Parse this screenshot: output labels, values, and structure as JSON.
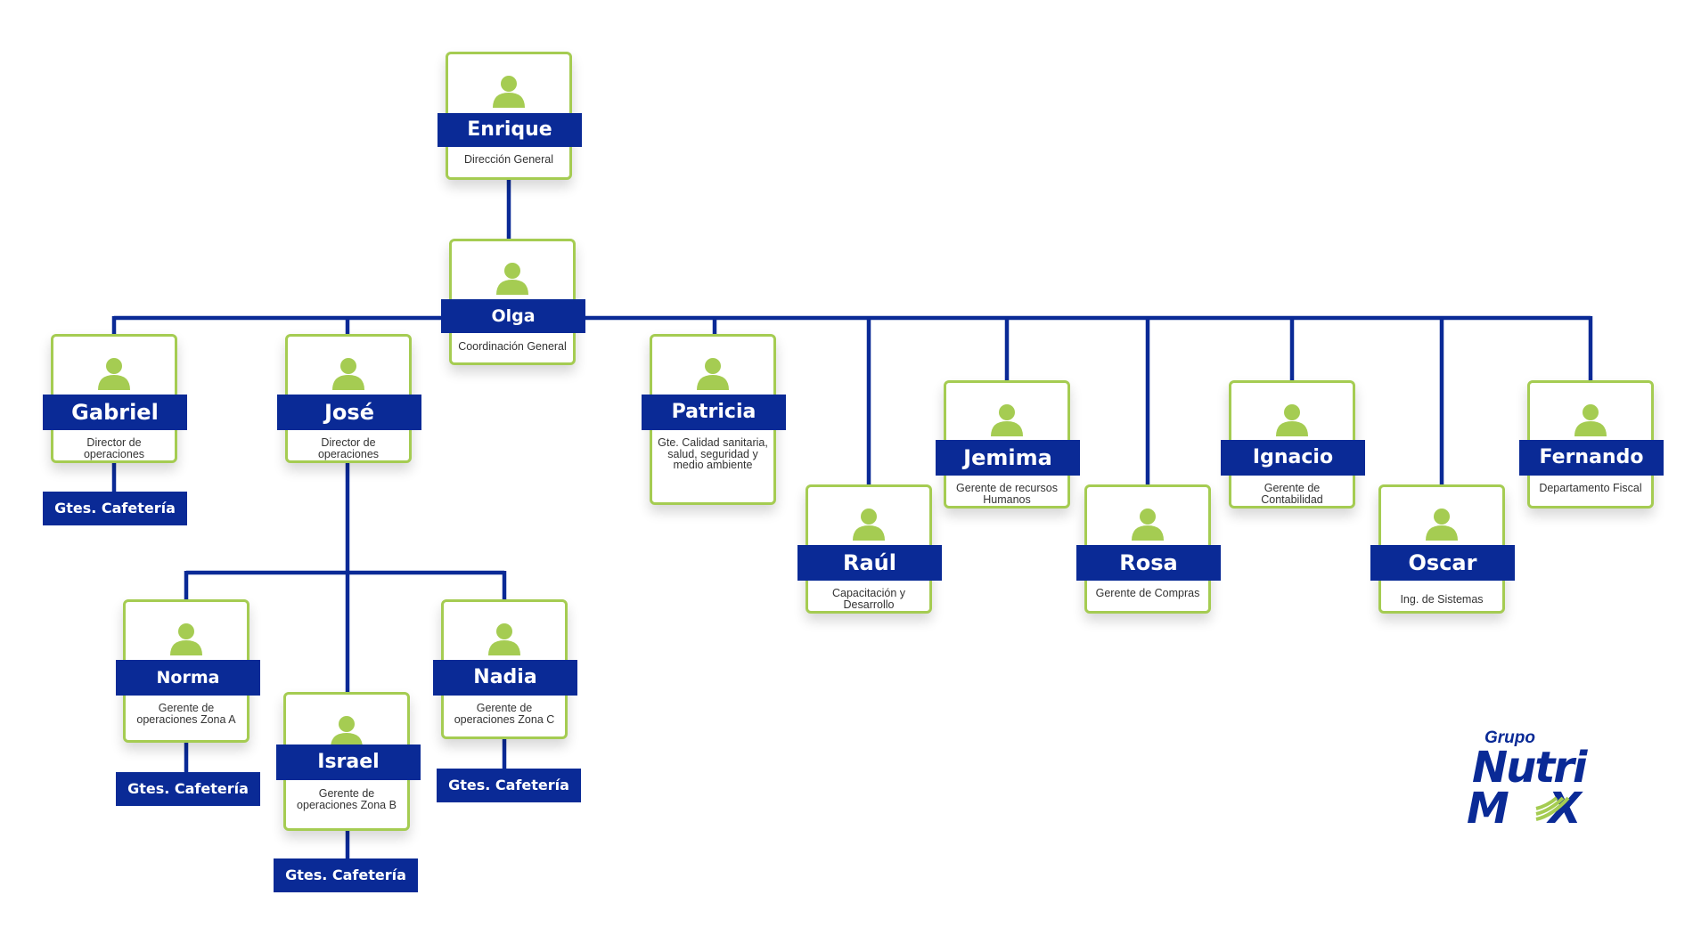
{
  "colors": {
    "primary": "#0a2a96",
    "accent": "#a5cc52"
  },
  "nodes": {
    "enrique": {
      "name": "Enrique",
      "role": "Dirección General"
    },
    "olga": {
      "name": "Olga",
      "role": "Coordinación General"
    },
    "gabriel": {
      "name": "Gabriel",
      "role": "Director de operaciones"
    },
    "jose": {
      "name": "José",
      "role": "Director de operaciones"
    },
    "patricia": {
      "name": "Patricia",
      "role": "Gte. Calidad sanitaria, salud, seguridad  y medio ambiente"
    },
    "raul": {
      "name": "Raúl",
      "role": "Capacitación y Desarrollo"
    },
    "jemima": {
      "name": "Jemima",
      "role": "Gerente de recursos Humanos"
    },
    "rosa": {
      "name": "Rosa",
      "role": "Gerente de Compras"
    },
    "ignacio": {
      "name": "Ignacio",
      "role": "Gerente de Contabilidad"
    },
    "oscar": {
      "name": "Oscar",
      "role": "Ing. de Sistemas"
    },
    "fernando": {
      "name": "Fernando",
      "role": "Departamento Fiscal"
    },
    "norma": {
      "name": "Norma",
      "role": "Gerente de operaciones Zona A"
    },
    "israel": {
      "name": "Israel",
      "role": "Gerente de operaciones Zona B"
    },
    "nadia": {
      "name": "Nadia",
      "role": "Gerente de operaciones Zona C"
    }
  },
  "cafeteria": {
    "gabriel": "Gtes. Cafetería",
    "norma": "Gtes. Cafetería",
    "israel": "Gtes. Cafetería",
    "nadia": "Gtes. Cafetería"
  },
  "logo": {
    "grupo": "Grupo",
    "line1": "Nutri",
    "line2": "MAX",
    "name": "grupo-nutrimax-logo"
  }
}
